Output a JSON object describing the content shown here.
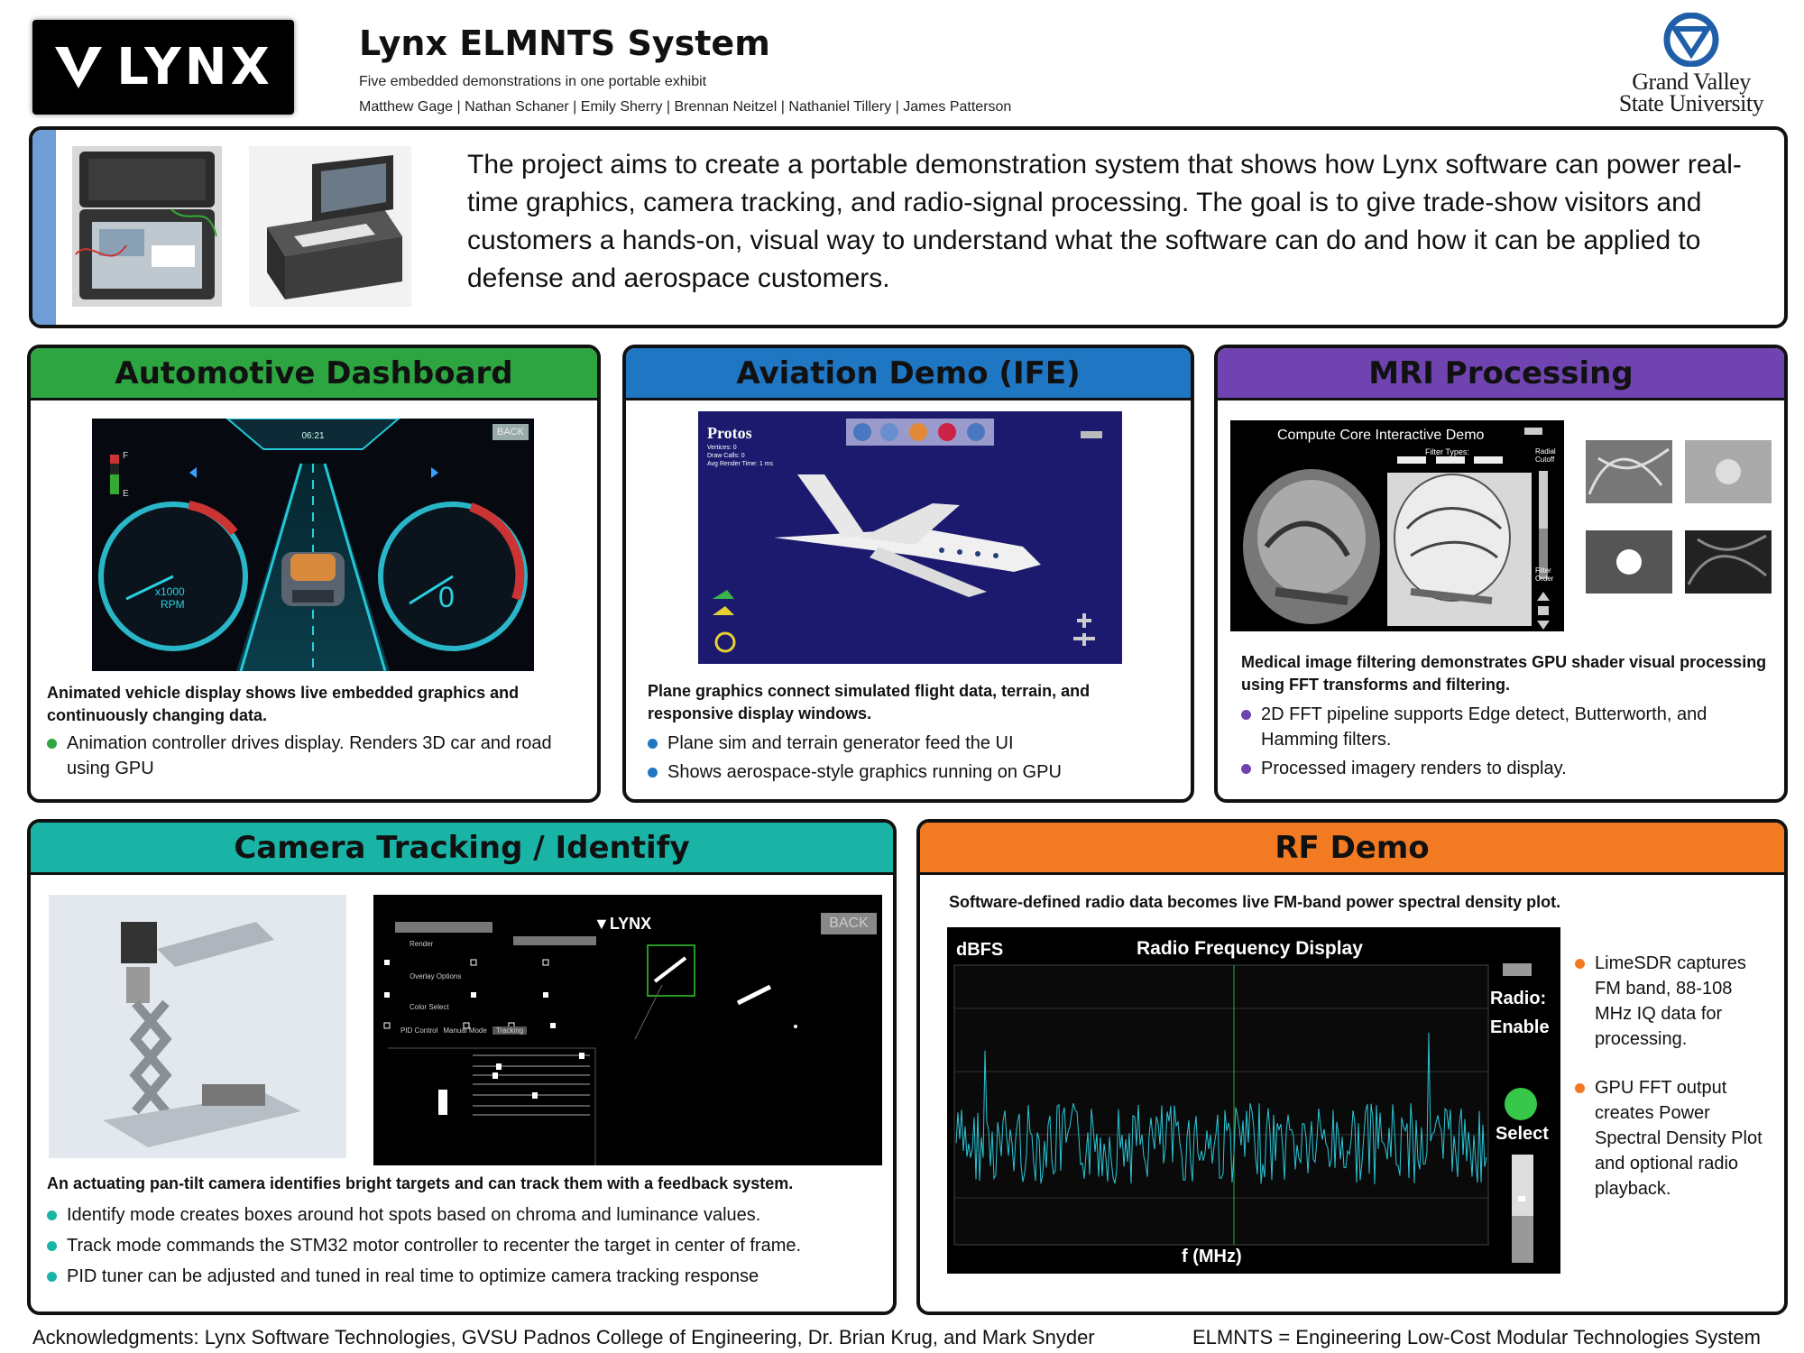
{
  "header": {
    "logo_text": "LYNX",
    "title": "Lynx ELMNTS System",
    "subtitle": "Five embedded demonstrations in one portable exhibit",
    "authors": "Matthew Gage | Nathan Schaner | Emily Sherry | Brennan Neitzel | Nathaniel Tillery | James Patterson",
    "university_line1": "Grand Valley",
    "university_line2": "State University"
  },
  "intro": {
    "text": "The project aims to create a portable demonstration system that shows how Lynx software can power real-time graphics, camera tracking, and radio-signal processing. The goal is to give trade-show visitors and customers a hands-on, visual way to understand what the software can do and how it can be applied to defense and aerospace customers."
  },
  "automotive": {
    "title": "Automotive Dashboard",
    "screen": {
      "back": "BACK",
      "clock": "06:21",
      "fuel_f": "F",
      "fuel_e": "E",
      "rpm_unit": "x1000",
      "rpm_label": "RPM",
      "speed_value": "0"
    },
    "lead": "Animated vehicle display shows live embedded graphics and continuously changing data.",
    "bullets": [
      "Animation controller drives display. Renders 3D car and road using GPU"
    ]
  },
  "aviation": {
    "title": "Aviation Demo (IFE)",
    "screen": {
      "app": "Protos",
      "stats": [
        "Vertices: 0",
        "Draw Calls: 0",
        "Avg Render Time: 1 ms"
      ]
    },
    "lead": "Plane graphics connect simulated flight data, terrain, and responsive display windows.",
    "bullets": [
      "Plane sim and terrain generator feed the UI",
      "Shows aerospace-style graphics running on GPU"
    ]
  },
  "mri": {
    "title": "MRI Processing",
    "screen": {
      "heading": "Compute Core Interactive Demo",
      "filter_types": "Filter Types:",
      "radial": "Radial Cutoff",
      "order": "Filter Order"
    },
    "lead": "Medical image filtering demonstrates GPU shader visual processing using FFT transforms and filtering.",
    "bullets": [
      "2D FFT pipeline supports Edge detect, Butterworth, and Hamming filters.",
      "Processed imagery renders to display."
    ]
  },
  "camera": {
    "title": "Camera Tracking / Identify",
    "screen": {
      "logo": "LYNX",
      "back": "BACK",
      "render_label": "Render",
      "overlay_label": "Overlay Options",
      "color_label": "Color Select",
      "tabs": [
        "PID Control",
        "Manual Mode",
        "Tracking"
      ]
    },
    "lead": "An actuating pan-tilt camera identifies bright targets and can track them with a feedback system.",
    "bullets": [
      "Identify mode creates boxes around hot spots based on chroma and luminance values.",
      "Track mode commands the STM32 motor controller to recenter the target in center of frame.",
      "PID tuner can be adjusted and tuned in real time to optimize camera tracking response"
    ]
  },
  "rf": {
    "title": "RF Demo",
    "lead": "Software-defined radio data becomes live FM-band power spectral density plot.",
    "screen": {
      "ylabel": "dBFS",
      "title": "Radio Frequency Display",
      "xlabel": "f (MHz)",
      "radio": "Radio:",
      "enable": "Enable",
      "select": "Select"
    },
    "bullets": [
      "LimeSDR captures FM band, 88-108 MHz IQ data for processing.",
      "GPU FFT output creates Power Spectral Density Plot and optional radio playback."
    ]
  },
  "footer": {
    "ack": "Acknowledgments: Lynx Software Technologies, GVSU Padnos College of Engineering, Dr. Brian Krug, and Mark Snyder",
    "acronym": "ELMNTS = Engineering Low-Cost Modular Technologies System"
  },
  "colors": {
    "automotive": "#2da641",
    "aviation": "#1f76c2",
    "mri": "#7044b0",
    "camera": "#1ab4a6",
    "rf": "#f27a22",
    "intro_stripe": "#6f9ed6"
  }
}
